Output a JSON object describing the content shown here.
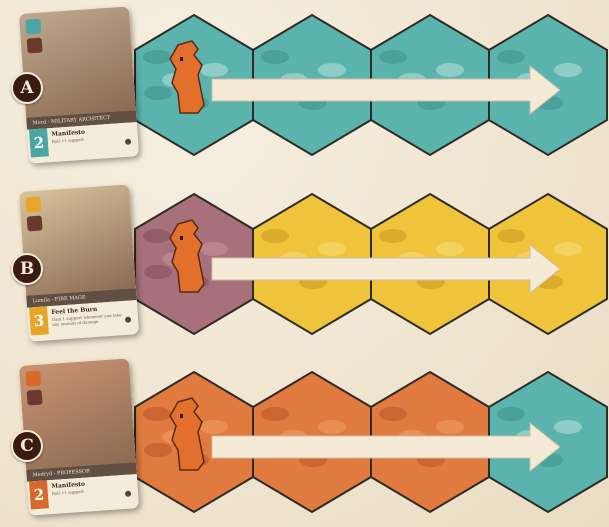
{
  "rows": [
    {
      "label": "A",
      "card": {
        "name": "Mord - MILITARY ARCHITECT",
        "number": "2",
        "ability_title": "Manifesto",
        "ability_text": "Roll +1 support",
        "color": "#4aa6a4",
        "art_color": "#bfa88f"
      },
      "tiles": [
        "water",
        "water",
        "water",
        "water"
      ]
    },
    {
      "label": "B",
      "card": {
        "name": "Lumila - FIRE MAGE",
        "number": "3",
        "ability_title": "Feel the Burn",
        "ability_text": "Gain 1 support whenever you take any amount of damage",
        "color": "#e7a62a",
        "art_color": "#d9c49d"
      },
      "tiles": [
        "ruin",
        "plains",
        "plains",
        "plains"
      ]
    },
    {
      "label": "C",
      "card": {
        "name": "Medryd - PROFESSOR",
        "number": "2",
        "ability_title": "Manifesto",
        "ability_text": "Roll +1 support",
        "color": "#d8692e",
        "art_color": "#c99471"
      },
      "tiles": [
        "forest",
        "forest",
        "forest",
        "water"
      ]
    }
  ],
  "icons": {
    "meeple": "meeple-icon",
    "arrow": "move-arrow-icon"
  },
  "colors": {
    "water": "#5bb3ae",
    "plains": "#f0c43a",
    "forest": "#e07a3e",
    "ruin": "#a8707a",
    "meeple": "#e2702c",
    "arrow": "#f4ead6"
  }
}
